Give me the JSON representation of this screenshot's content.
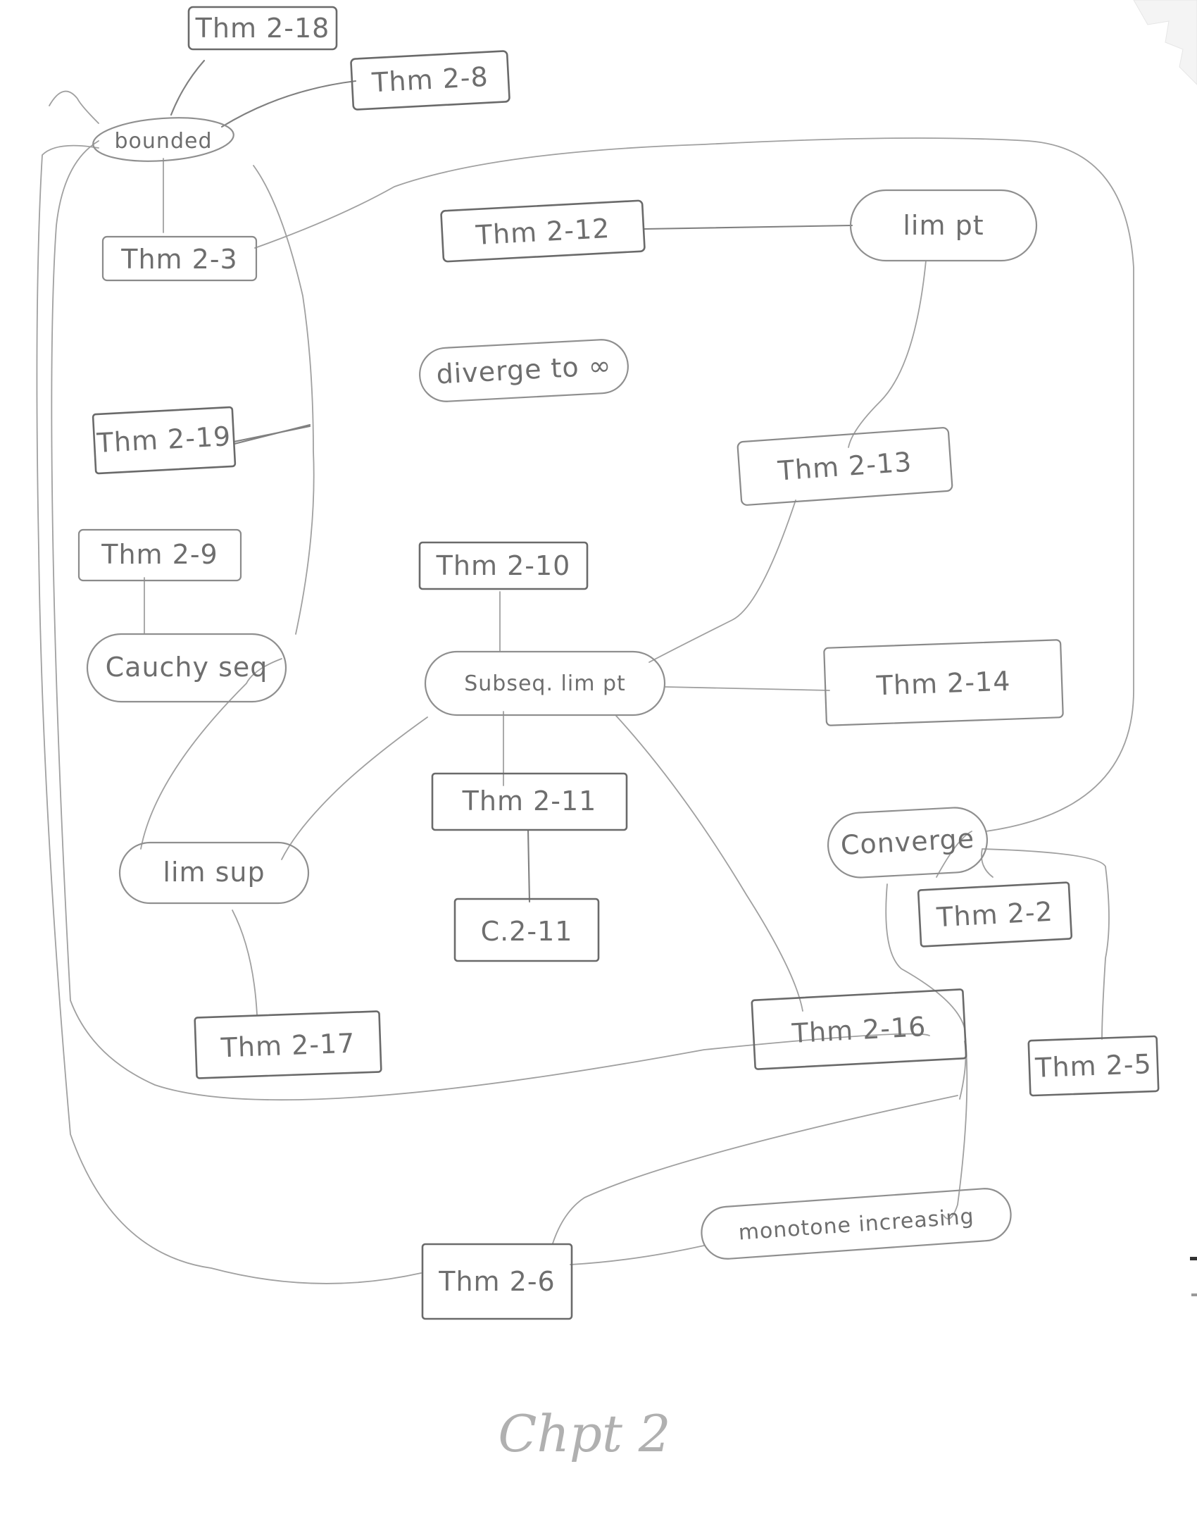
{
  "nodes": {
    "thm_2_18": "Thm 2-18",
    "thm_2_8": "Thm 2-8",
    "bounded": "bounded",
    "thm_2_3": "Thm 2-3",
    "thm_2_12": "Thm 2-12",
    "lim_pt": "lim pt",
    "diverge": "diverge to ∞",
    "thm_2_19": "Thm 2-19",
    "thm_2_13": "Thm 2-13",
    "thm_2_9": "Thm 2-9",
    "thm_2_10": "Thm 2-10",
    "cauchy_seq": "Cauchy seq",
    "subseq_lim_pt": "Subseq. lim pt",
    "thm_2_14": "Thm 2-14",
    "thm_2_11": "Thm 2-11",
    "converge": "Converge",
    "lim_sup": "lim sup",
    "c_2_11": "C.2-11",
    "thm_2_2": "Thm 2-2",
    "thm_2_17": "Thm 2-17",
    "thm_2_16": "Thm 2-16",
    "thm_2_5": "Thm 2-5",
    "monotone_increasing": "monotone increasing",
    "thm_2_6": "Thm 2-6"
  },
  "caption": "Chpt 2"
}
